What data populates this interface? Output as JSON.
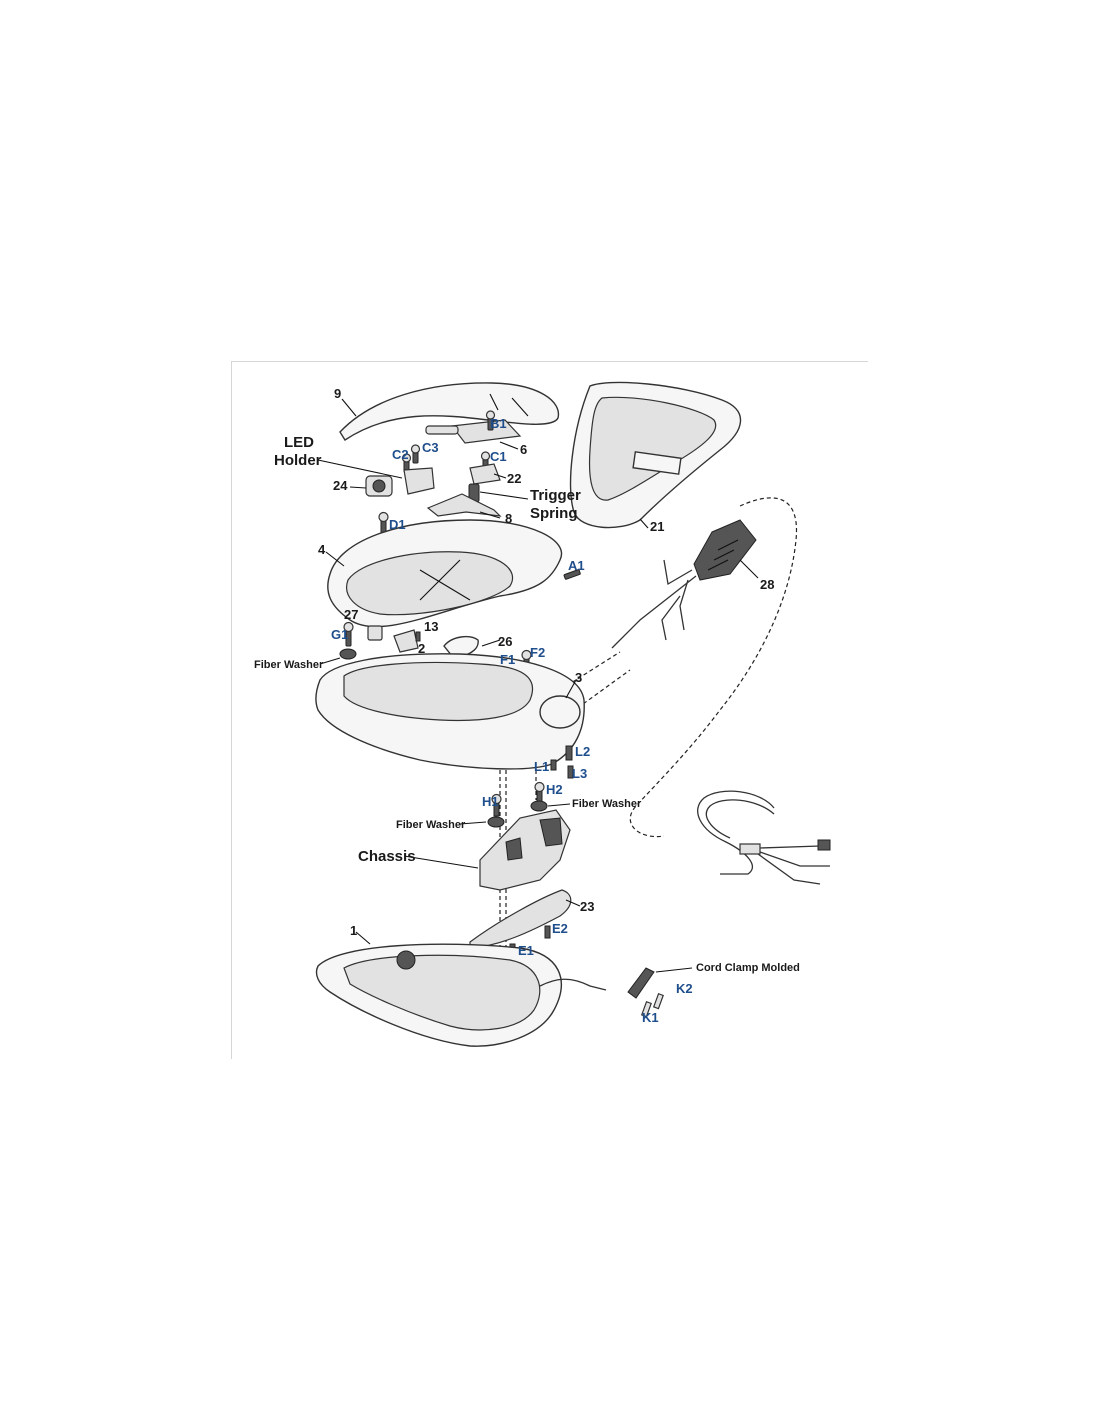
{
  "diagram": {
    "labels": {
      "p9": "9",
      "b1": "B1",
      "p6": "6",
      "led_holder_line1": "LED",
      "led_holder_line2": "Holder",
      "c2": "C2",
      "c3": "C3",
      "c1": "C1",
      "p22": "22",
      "p24": "24",
      "trigger_line1": "Trigger",
      "trigger_line2": "Spring",
      "p8": "8",
      "p21": "21",
      "d1": "D1",
      "p4": "4",
      "a1": "A1",
      "p28": "28",
      "p27": "27",
      "p13": "13",
      "g1": "G1",
      "p2": "2",
      "p26": "26",
      "fiber_washer_1": "Fiber Washer",
      "f1": "F1",
      "f2": "F2",
      "p3": "3",
      "l2": "L2",
      "l1": "L1",
      "l3": "L3",
      "h1": "H1",
      "h2": "H2",
      "fiber_washer_2": "Fiber Washer",
      "fiber_washer_3": "Fiber Washer",
      "chassis": "Chassis",
      "p23": "23",
      "p1": "1",
      "e2": "E2",
      "e1": "E1",
      "cord_clamp": "Cord Clamp Molded",
      "k2": "K2",
      "k1": "K1"
    }
  }
}
